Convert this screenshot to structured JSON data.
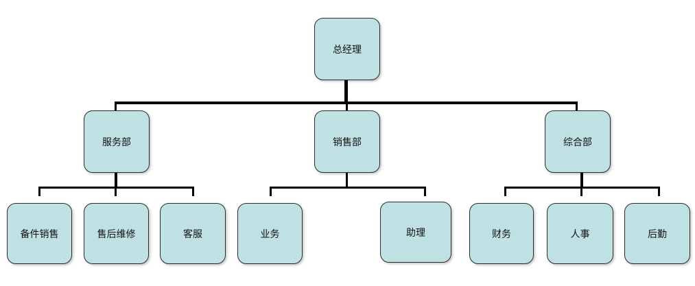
{
  "org": {
    "root": "总经理",
    "departments": [
      {
        "name": "服务部",
        "units": [
          "备件销售",
          "售后维修",
          "客服"
        ]
      },
      {
        "name": "销售部",
        "units": [
          "业务",
          "助理"
        ]
      },
      {
        "name": "综合部",
        "units": [
          "财务",
          "人事",
          "后勤"
        ]
      }
    ]
  },
  "colors": {
    "node_fill": "#bfe1e4",
    "node_border": "#2b2b2b",
    "connector": "#000000"
  }
}
